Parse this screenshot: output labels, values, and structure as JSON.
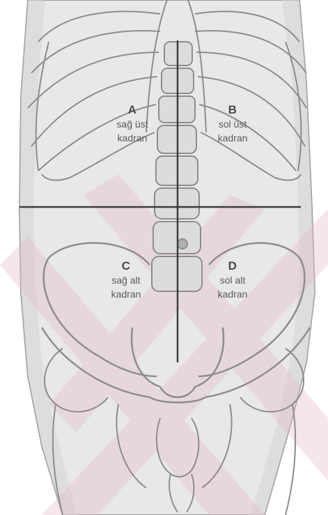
{
  "quadrants": {
    "a": {
      "letter": "A",
      "line1": "sağ üst",
      "line2": "kadran"
    },
    "b": {
      "letter": "B",
      "line1": "sol üst",
      "line2": "kadran"
    },
    "c": {
      "letter": "C",
      "line1": "sağ alt",
      "line2": "kadran"
    },
    "d": {
      "letter": "D",
      "line1": "sol alt",
      "line2": "kadran"
    }
  },
  "colors": {
    "divider_lines": "#3d3d3d",
    "anatomy_outline": "#8d8d8d",
    "body_fill": "#e8e8e8",
    "watermark": "#e3b9c4"
  }
}
